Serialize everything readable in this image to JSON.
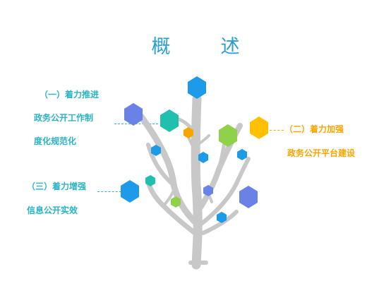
{
  "title": "概　述",
  "sections": [
    {
      "lines": [
        "（一）着力推进",
        "政务公开工作制",
        "度化规范化"
      ]
    },
    {
      "lines": [
        "（二）着力加强",
        "政务公开平台建设"
      ]
    },
    {
      "lines": [
        "（三）着力增强",
        "信息公开实效"
      ]
    }
  ],
  "colors": {
    "title": "#2a9fd6",
    "teal_text": "#2ab3c4",
    "orange_text": "#f7a500",
    "trunk": "#c8c8c8",
    "hex_blue": "#1e9be8",
    "hex_purple": "#6a82e6",
    "hex_teal": "#1fc0ad",
    "hex_green": "#8fd14b",
    "hex_yellow": "#ffc000",
    "hex_orange": "#f7a500"
  }
}
